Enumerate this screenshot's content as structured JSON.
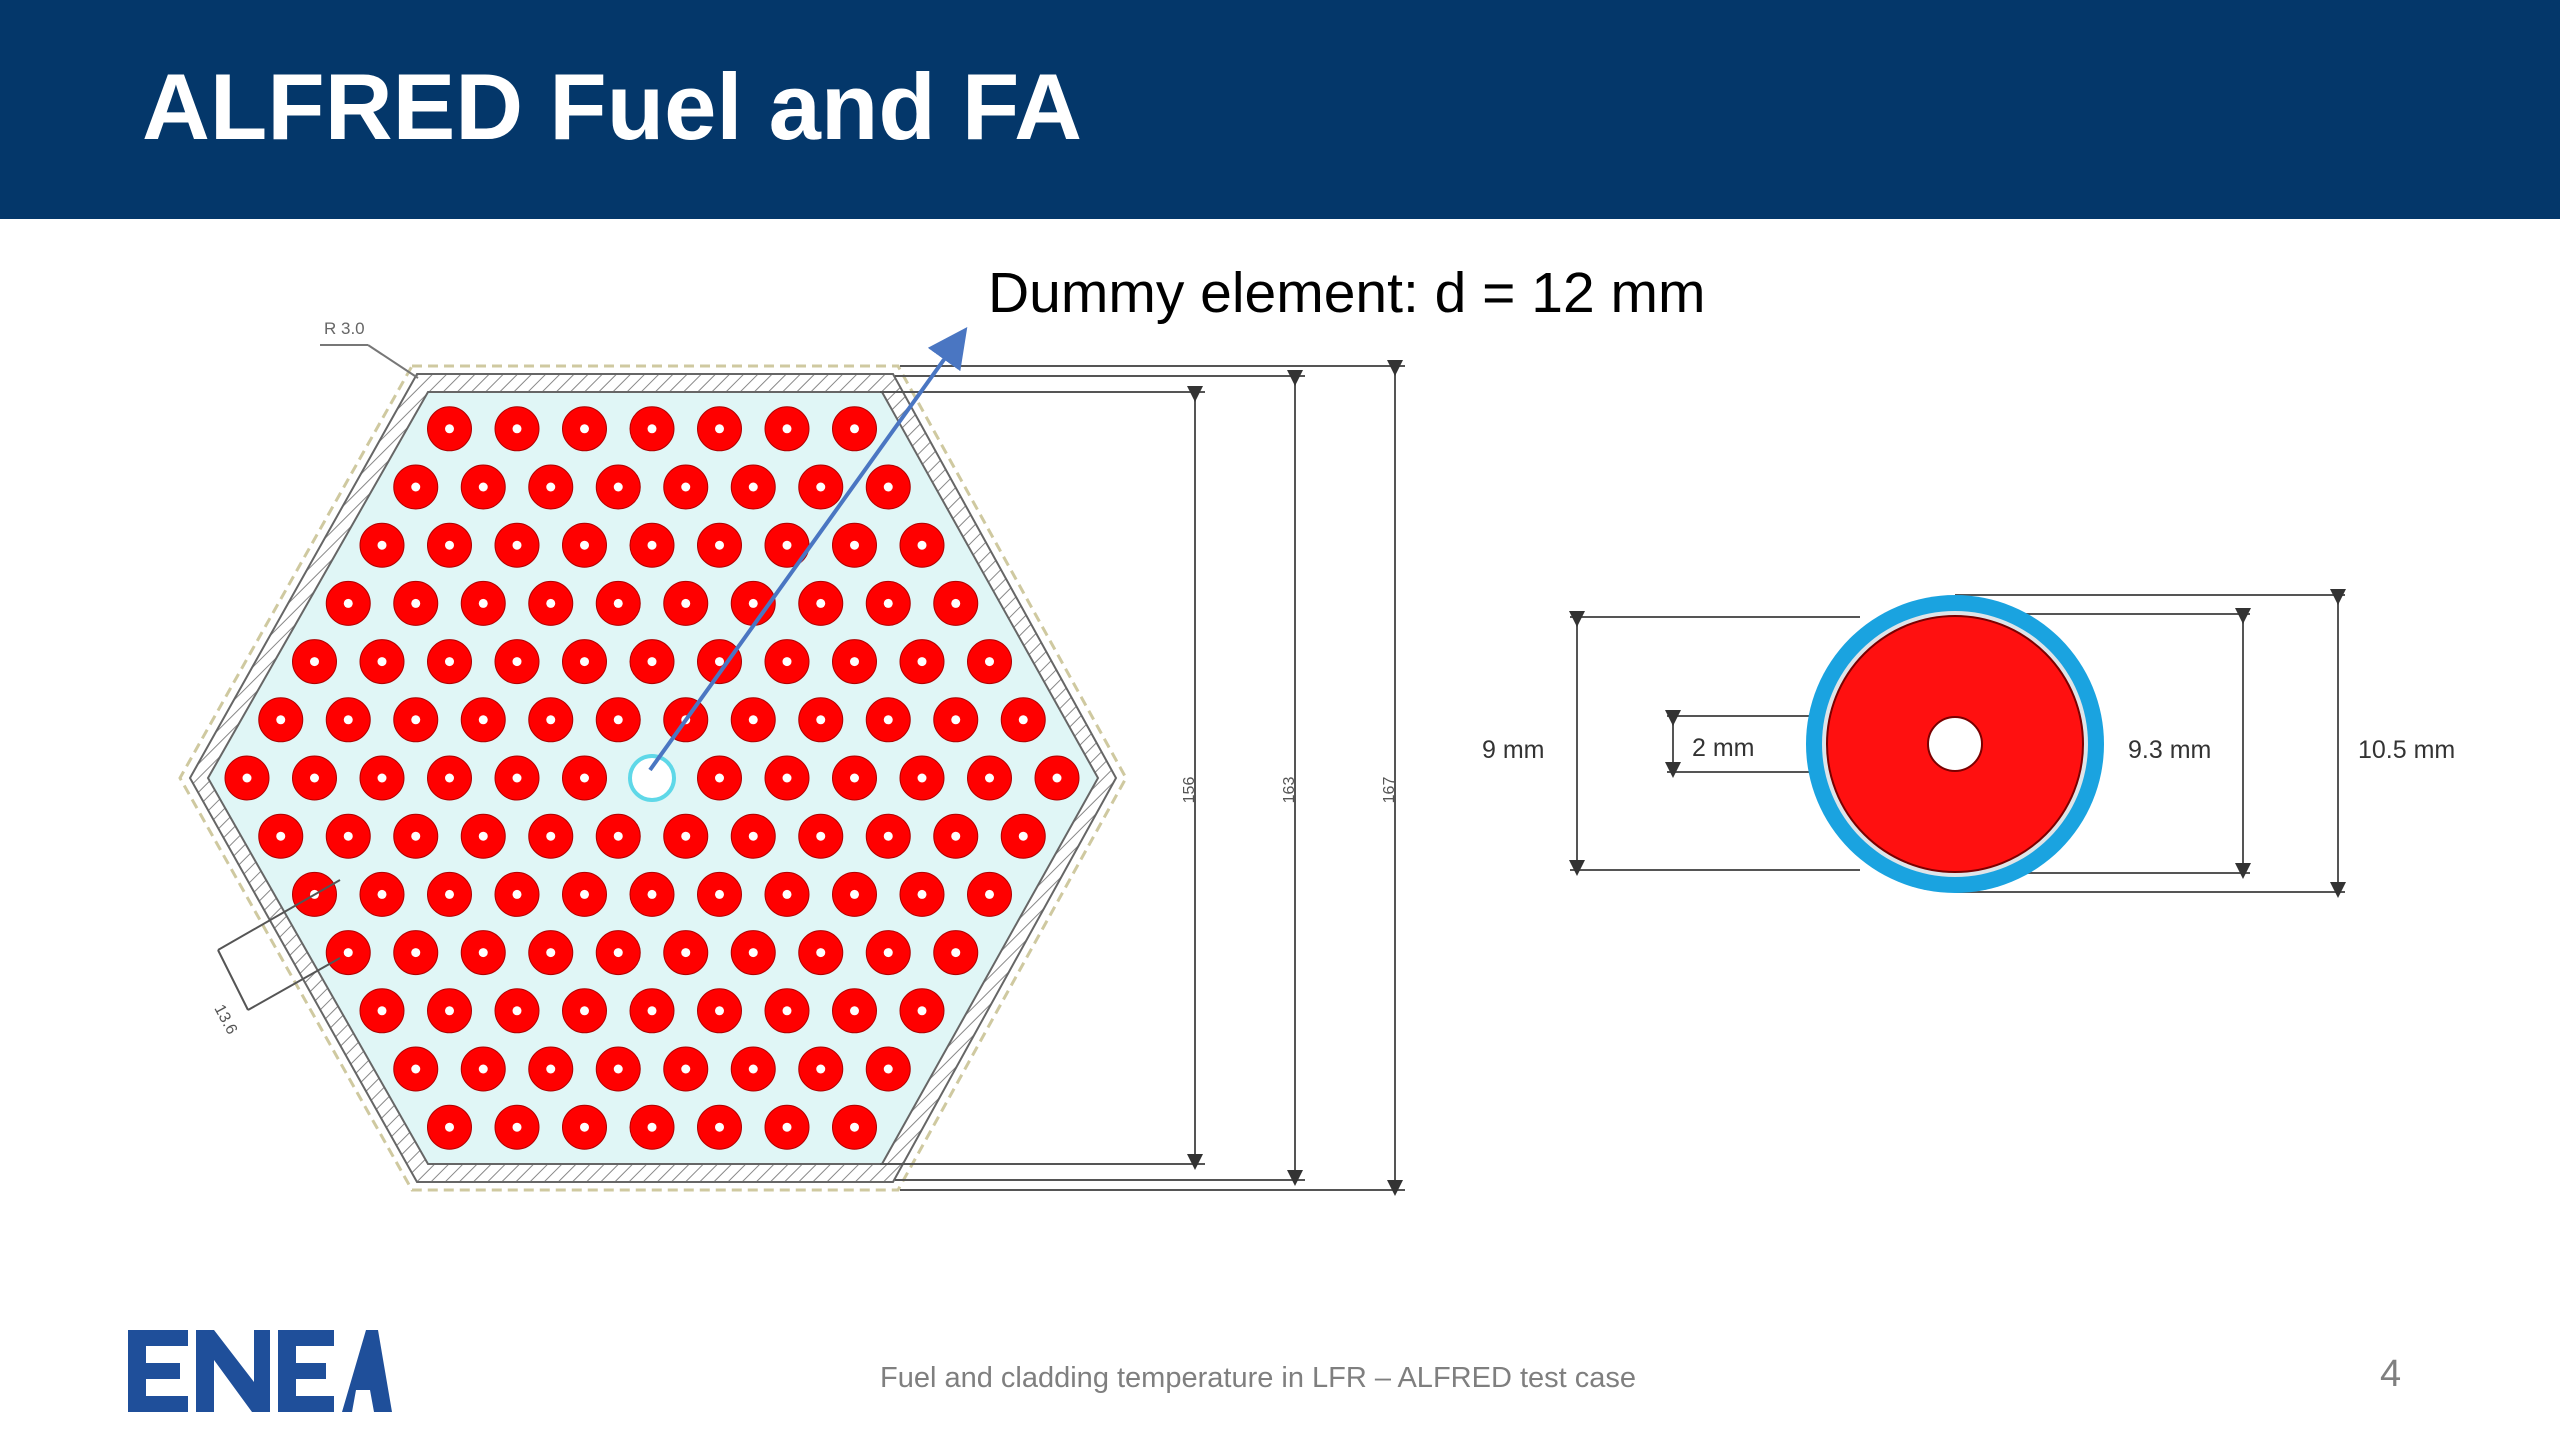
{
  "slide": {
    "title": "ALFRED Fuel and FA",
    "annotation": "Dummy element: d = 12 mm",
    "footer_text": "Fuel and cladding temperature in LFR – ALFRED test case",
    "page_number": "4",
    "logo_text": "ENEA"
  },
  "assembly_drawing": {
    "corner_radius_label": "R 3.0",
    "pitch_label": "13.6",
    "dimension_labels": [
      "156",
      "163",
      "167"
    ],
    "rows_pin_counts": [
      7,
      8,
      9,
      10,
      11,
      12,
      13,
      12,
      11,
      10,
      9,
      8,
      7
    ],
    "dummy_element_position": {
      "row": 6,
      "index": 6
    }
  },
  "pin_drawing": {
    "labels": {
      "pellet_diameter": "9 mm",
      "hole_diameter": "2 mm",
      "clad_inner_diameter": "9.3 mm",
      "clad_outer_diameter": "10.5 mm"
    }
  },
  "colors": {
    "header": "#04376a",
    "fuel": "#ff0000",
    "coolant": "#e0f6f6",
    "cladding": "#1aa3e0",
    "logo": "#1f4f9a",
    "arrow": "#4a76c2"
  }
}
